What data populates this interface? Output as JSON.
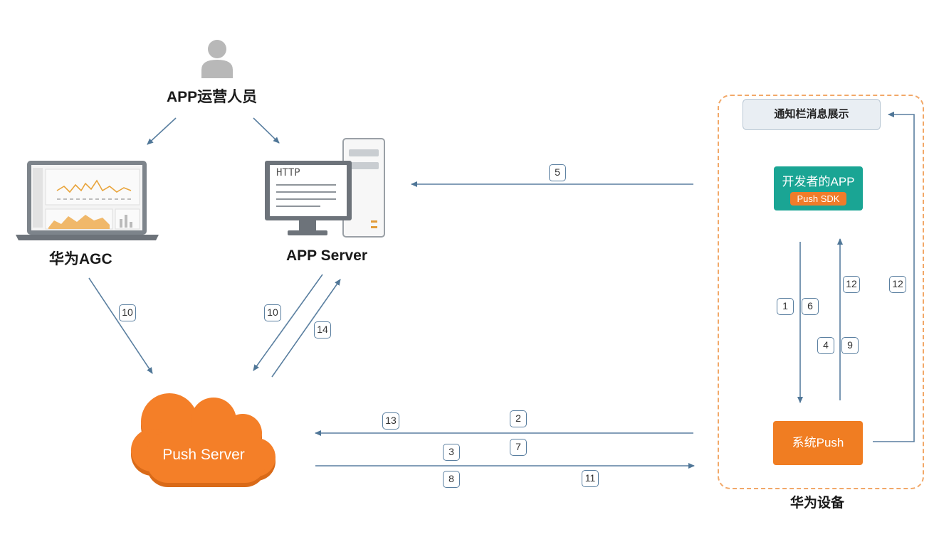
{
  "nodes": {
    "operator": "APP运营人员",
    "agc": "华为AGC",
    "app_server": "APP Server",
    "app_server_screen": "HTTP",
    "push_server": "Push Server",
    "notification_bar": "通知栏消息展示",
    "developer_app": "开发者的APP",
    "push_sdk": "Push SDK",
    "system_push": "系统Push",
    "device": "华为设备"
  },
  "steps": {
    "s5": "5",
    "s10a": "10",
    "s10b": "10",
    "s14": "14",
    "s13": "13",
    "s2": "2",
    "s7": "7",
    "s3": "3",
    "s8": "8",
    "s11": "11",
    "s1": "1",
    "s6": "6",
    "s4": "4",
    "s9": "9",
    "s12a": "12",
    "s12b": "12"
  },
  "colors": {
    "arrow": "#5a7fa0",
    "cloud": "#f47f28",
    "developer_app": "#1aa594",
    "system_push": "#f07d22",
    "device_frame": "#f2a868"
  }
}
